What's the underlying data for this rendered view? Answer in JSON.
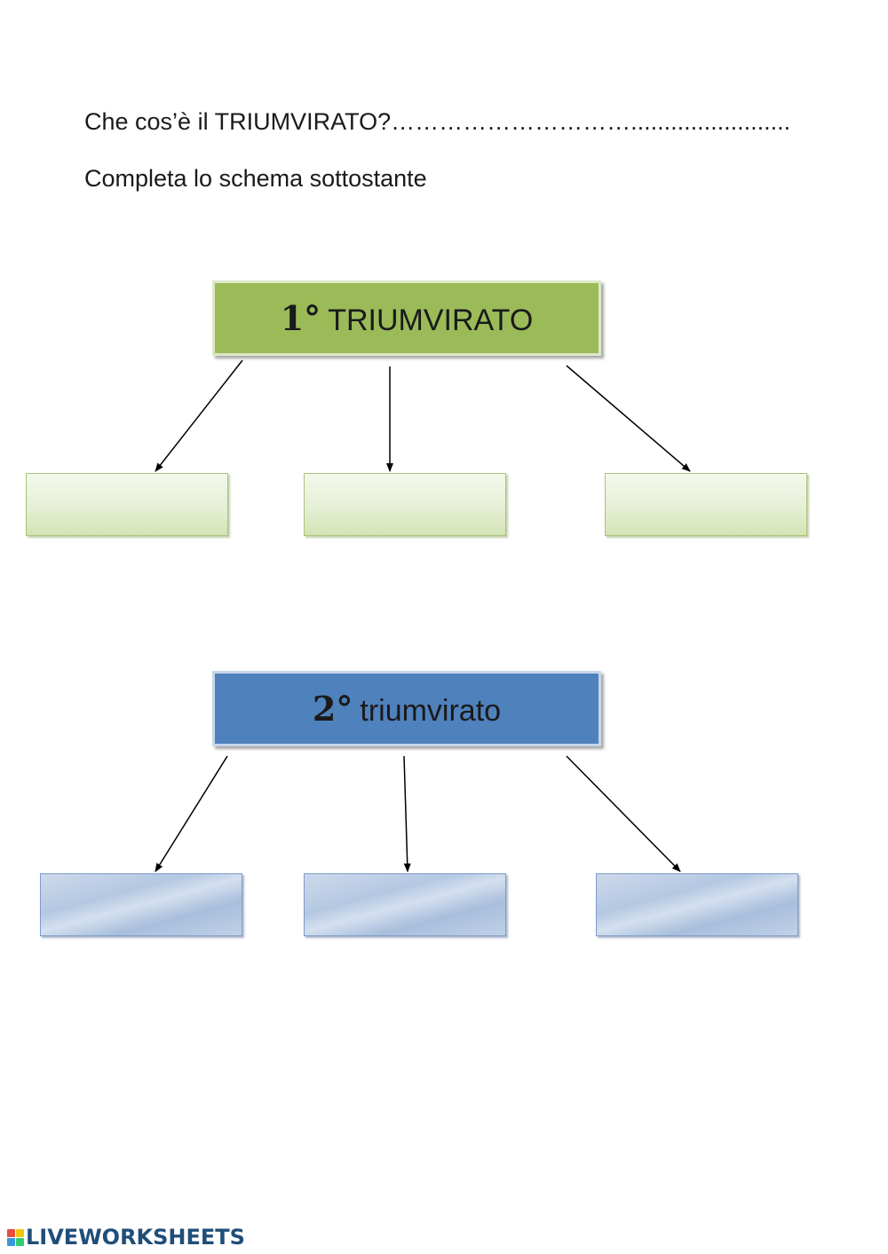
{
  "worksheet": {
    "question": "Che cos’è il TRIUMVIRATO?…………………………........................",
    "instruction": "Completa lo schema sottostante"
  },
  "diagram1": {
    "number": "1°",
    "title": "TRIUMVIRATO",
    "color": "#9bbb59"
  },
  "diagram2": {
    "number": "2°",
    "title": "triumvirato",
    "color": "#4f81bd"
  },
  "footer": {
    "brand": "LIVEWORKSHEETS",
    "logo_colors": [
      "#e74c3c",
      "#f1c40f",
      "#3498db",
      "#2ecc71"
    ]
  }
}
